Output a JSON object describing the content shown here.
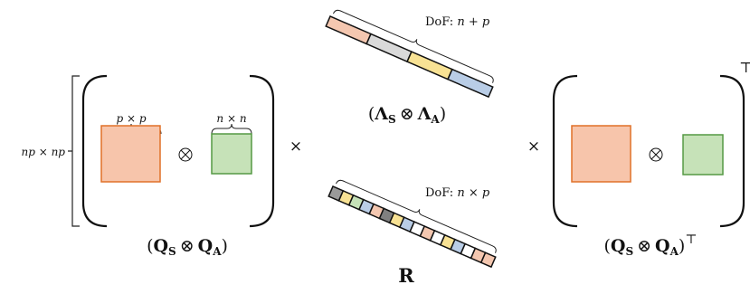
{
  "left_matrix": {
    "outer_dim": "np × np",
    "block_s_dim": "p × p",
    "block_a_dim": "n × n",
    "kron_symbol": "⊗",
    "caption": {
      "open": "(",
      "q": "Q",
      "s_sub": "S",
      "kron": "⊗",
      "a_sub": "A",
      "close": ")"
    }
  },
  "times_symbol": "×",
  "lambda": {
    "dof_label": "DoF: ",
    "dof_value": "n + p",
    "caption": {
      "open": "(",
      "lambda": "Λ",
      "s_sub": "S",
      "kron": "⊗",
      "a_sub": "A",
      "close": ")"
    },
    "segment_colors": [
      "#f4c7b0",
      "#d9d9d9",
      "#f8e294",
      "#b9cde6"
    ]
  },
  "r": {
    "dof_label": "DoF: ",
    "dof_value": "n × p",
    "caption": "R",
    "cell_colors": [
      "#9a9a9a",
      "#f8e294",
      "#c6e2b8",
      "#b9cde6",
      "#f4c7b0",
      "#808080",
      "#f8e294",
      "#b9cde6",
      "#ffffff",
      "#f4c7b0",
      "#ffffff",
      "#f8e294",
      "#b9cde6",
      "#ffffff",
      "#f4c7b0",
      "#f4c7b0"
    ]
  },
  "right_matrix": {
    "transpose_mark": "⊤",
    "kron_symbol": "⊗",
    "caption": {
      "open": "(",
      "q": "Q",
      "s_sub": "S",
      "kron": "⊗",
      "a_sub": "A",
      "close": ")",
      "transpose": "⊤"
    }
  },
  "colors": {
    "orange_fill": "#f7c5ab",
    "orange_stroke": "#e07028",
    "green_fill": "#c6e2b8",
    "green_stroke": "#559944"
  }
}
